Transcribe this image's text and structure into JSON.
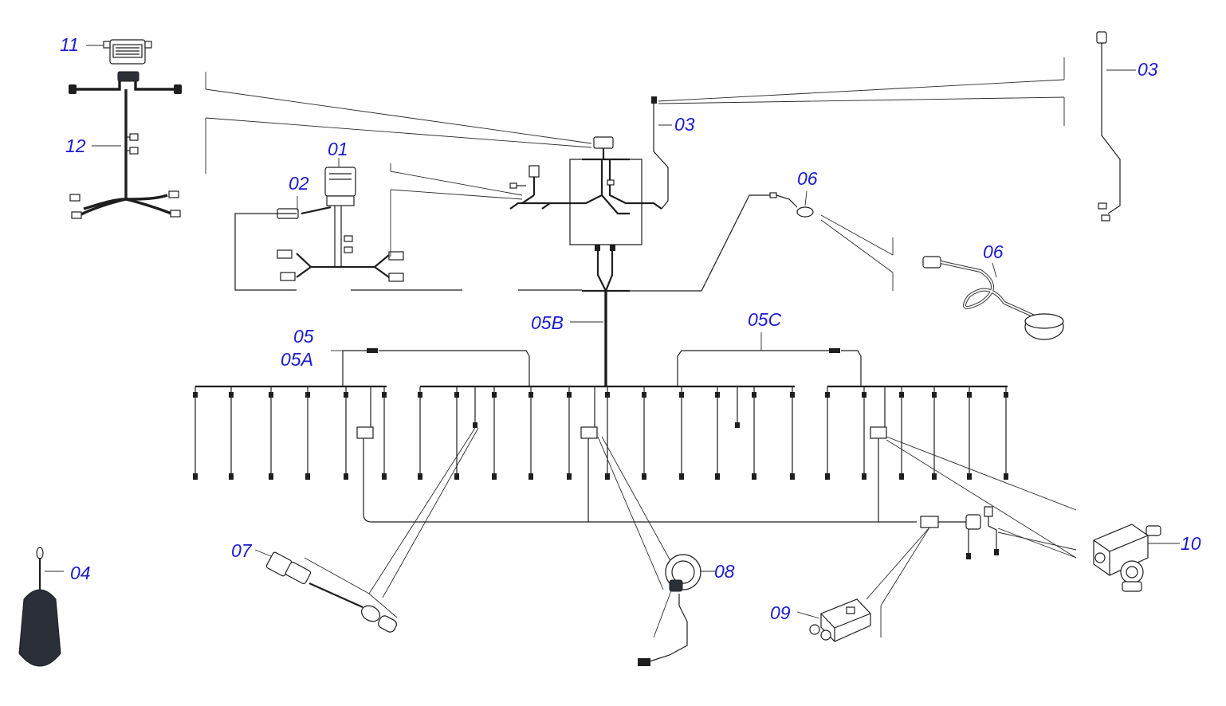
{
  "diagram": {
    "labels": {
      "p01": "01",
      "p02": "02",
      "p03a": "03",
      "p03b": "03",
      "p04": "04",
      "p05": "05",
      "p05a": "05A",
      "p05b": "05B",
      "p05c": "05C",
      "p06a": "06",
      "p06b": "06",
      "p07": "07",
      "p08": "08",
      "p09": "09",
      "p10": "10",
      "p11": "11",
      "p12": "12"
    },
    "colors": {
      "label": "#1a1ad0",
      "line": "#1e1e1e",
      "brush": "#2a2f38"
    }
  }
}
